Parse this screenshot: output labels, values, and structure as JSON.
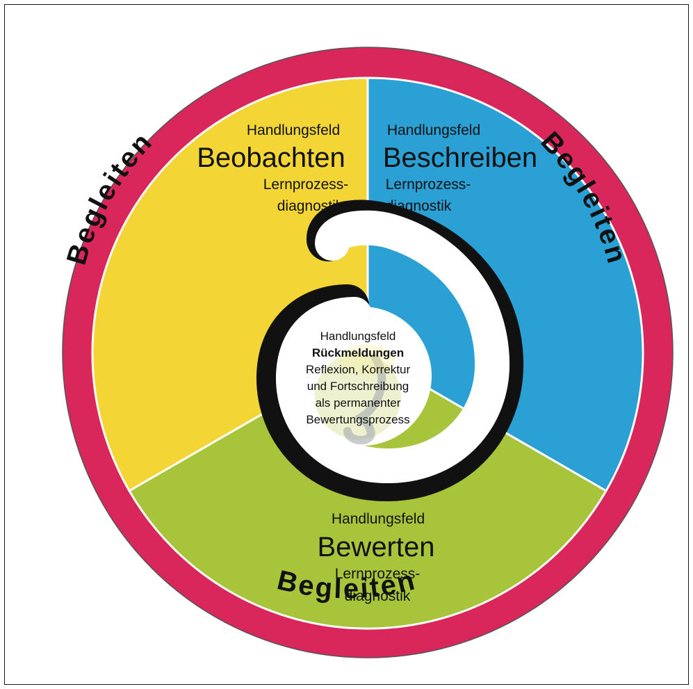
{
  "colors": {
    "ring": "#d9265b",
    "beobachten": "#f3d536",
    "beschreiben": "#2aa0d5",
    "bewerten": "#a8c43b",
    "outline": "#1a1a1a"
  },
  "ring": {
    "left": "Begleiten",
    "right": "Begleiten",
    "bottom": "Begleiten"
  },
  "segments": {
    "beobachten": {
      "prefix": "Handlungsfeld",
      "title": "Beobachten",
      "line1": "Lernprozess-",
      "line2": "diagnostik"
    },
    "beschreiben": {
      "prefix": "Handlungsfeld",
      "title": "Beschreiben",
      "line1": "Lernprozess-",
      "line2": "diagnostik"
    },
    "bewerten": {
      "prefix": "Handlungsfeld",
      "title": "Bewerten",
      "line1": "Lernprozess-",
      "line2": "diagnostik"
    }
  },
  "center": {
    "prefix": "Handlungsfeld",
    "title": "Rückmeldungen",
    "line1": "Reflexion, Korrektur",
    "line2": "und Fortschreibung",
    "line3": "als permanenter",
    "line4": "Bewertungsprozess"
  }
}
